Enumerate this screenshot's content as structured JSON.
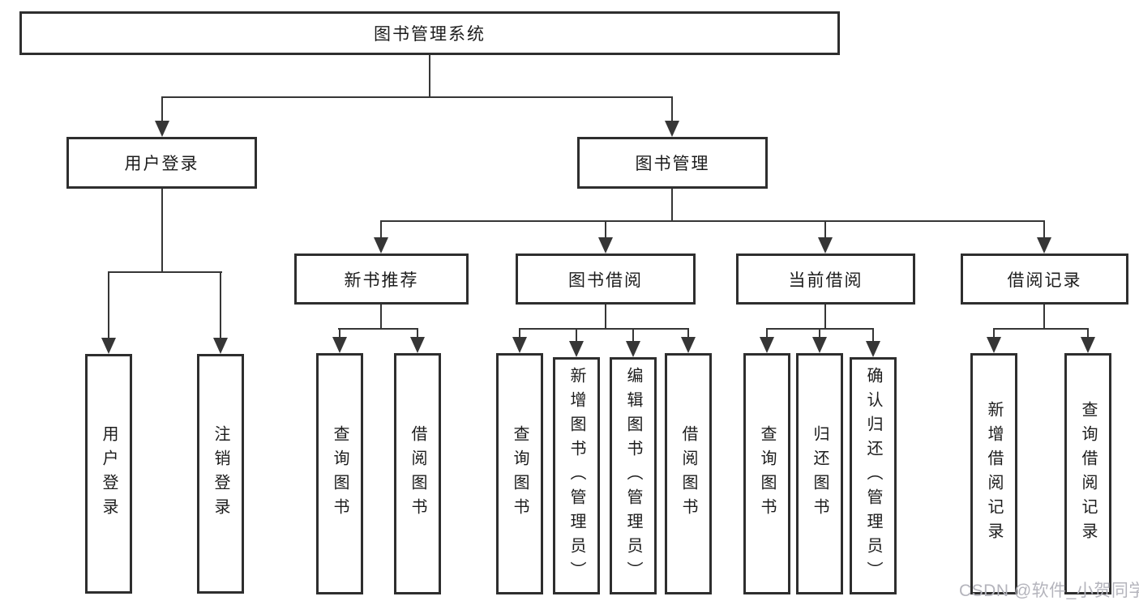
{
  "diagram": {
    "title": "图书管理系统",
    "level2": {
      "user_login": "用户登录",
      "book_management": "图书管理"
    },
    "level3": {
      "new_book_recommend": "新书推荐",
      "book_borrow": "图书借阅",
      "current_borrow": "当前借阅",
      "borrow_records": "借阅记录"
    },
    "leaves": {
      "user_login": "用户登录",
      "logout": "注销登录",
      "nb_query_books": "查询图书",
      "nb_borrow_books": "借阅图书",
      "bb_query_books": "查询图书",
      "bb_add_books_admin": "新增图书（管理员）",
      "bb_edit_books_admin": "编辑图书（管理员）",
      "bb_borrow_books": "借阅图书",
      "cb_query_books": "查询图书",
      "cb_return_books": "归还图书",
      "cb_confirm_return_admin": "确认归还（管理员）",
      "br_add_record": "新增借阅记录",
      "br_query_record": "查询借阅记录"
    }
  },
  "watermark": "CSDN @软件_小贺同学",
  "colors": {
    "line": "#363636",
    "border": "#2e2e2e",
    "text": "#1c1c1c",
    "watermark": "#b4b4bc",
    "background": "#ffffff"
  }
}
